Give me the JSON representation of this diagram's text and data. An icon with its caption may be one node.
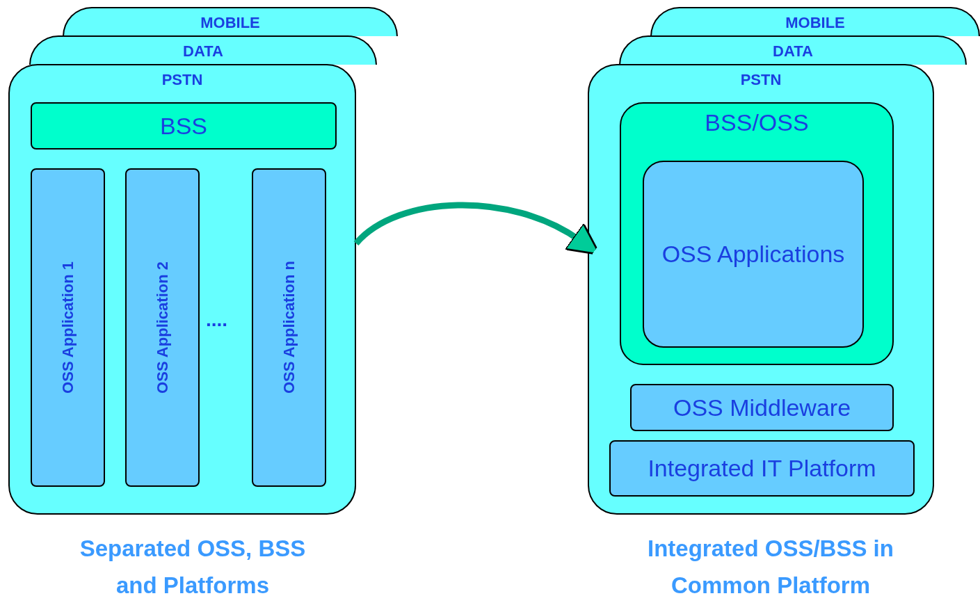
{
  "diagram": {
    "nodes": [
      {
        "text": [
          "MOBILE"
        ]
      },
      {
        "text": [
          "DATA"
        ]
      },
      {
        "text": [
          "PSTN"
        ]
      },
      {
        "text": [
          "BSS"
        ],
        "in": 2
      },
      {
        "text": [
          "OSS Application 1"
        ],
        "in": 2
      },
      {
        "text": [
          "OSS Application 2"
        ],
        "in": 2
      },
      {
        "text": [
          "OSS Application n"
        ],
        "in": 2
      },
      {
        "text": [
          "MOBILE"
        ]
      },
      {
        "text": [
          "DATA"
        ]
      },
      {
        "text": [
          "PSTN"
        ]
      },
      {
        "text": [
          "BSS/OSS"
        ],
        "in": 9
      },
      {
        "text": [
          "OSS Applications"
        ],
        "in": 10
      },
      {
        "text": [
          "OSS Middleware"
        ],
        "in": 9
      },
      {
        "text": [
          "Integrated IT Platform"
        ],
        "in": 9
      }
    ],
    "edges": [
      {
        "from": 2,
        "to": 9,
        "arrow": "to"
      }
    ],
    "labels": [
      "....",
      "Separated OSS, BSS and Platforms",
      "Integrated OSS/BSS in Common Platform"
    ]
  }
}
